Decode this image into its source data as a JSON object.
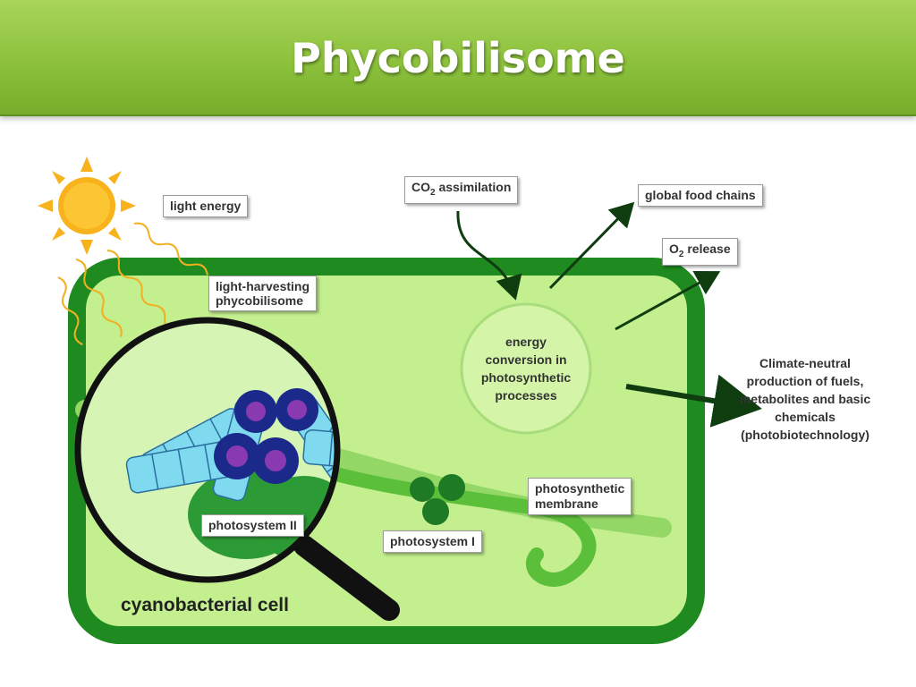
{
  "slide": {
    "title": "Phycobilisome"
  },
  "labels": {
    "light_energy": "light energy",
    "light_harvesting_line1": "light-harvesting",
    "light_harvesting_line2": "phycobilisome",
    "co2_prefix": "CO",
    "co2_sub": "2",
    "co2_suffix": " assimilation",
    "global_food_chains": "global food chains",
    "o2_prefix": "O",
    "o2_sub": "2",
    "o2_suffix": " release",
    "energy_line1": "energy",
    "energy_line2": "conversion in",
    "energy_line3": "photosynthetic",
    "energy_line4": "processes",
    "climate_line1": "Climate-neutral",
    "climate_line2": "production of fuels,",
    "climate_line3": "metabolites and basic",
    "climate_line4": "chemicals",
    "climate_line5": "(photobiotechnology)",
    "photosynthetic_membrane_line1": "photosynthetic",
    "photosynthetic_membrane_line2": "membrane",
    "photosystem_i": "photosystem I",
    "photosystem_ii": "photosystem II",
    "cell": "cyanobacterial cell"
  },
  "colors": {
    "cell_wall": "#1f8a1f",
    "cytoplasm": "#c3ef8f",
    "membrane": "#8ed45a",
    "sun": "#f7b21c",
    "rod": "#7fd9ef",
    "core": "#1b2a8a"
  }
}
